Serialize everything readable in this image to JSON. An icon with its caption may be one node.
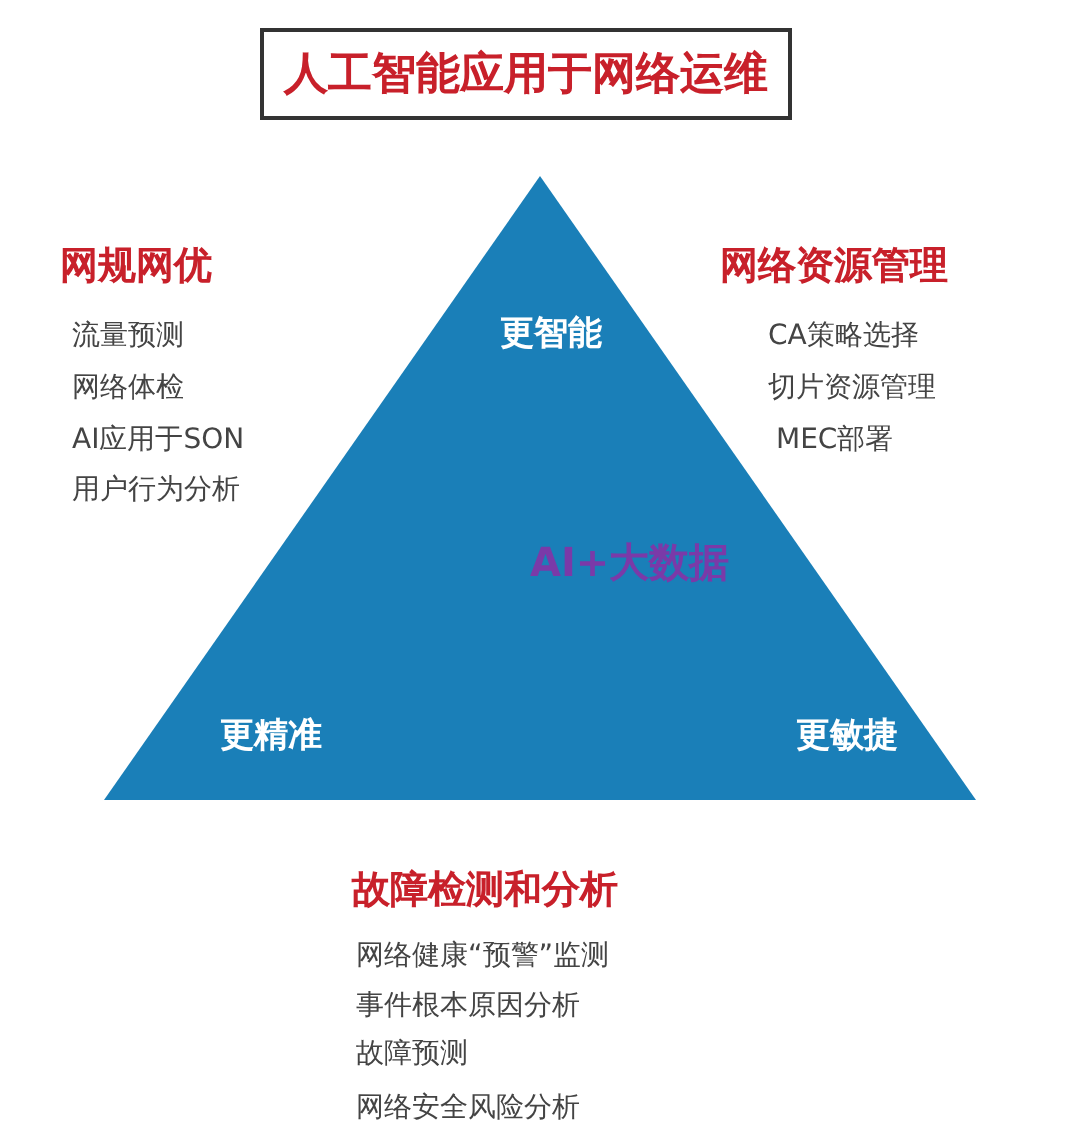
{
  "diagram": {
    "title": "人工智能应用于网络运维",
    "nodes": [
      {
        "text": [
          "更智能",
          "AI+大数据",
          "更精准",
          "更敏捷"
        ]
      }
    ],
    "edges": [],
    "labels": [
      "网规网优",
      "流量预测",
      "网络体检",
      "AI应用于SON",
      "用户行为分析",
      "网络资源管理",
      "CA策略选择",
      "切片资源管理",
      "MEC部署",
      "故障检测和分析",
      "网络健康“预警”监测",
      "事件根本原因分析",
      "故障预测",
      "网络安全风险分析"
    ]
  }
}
